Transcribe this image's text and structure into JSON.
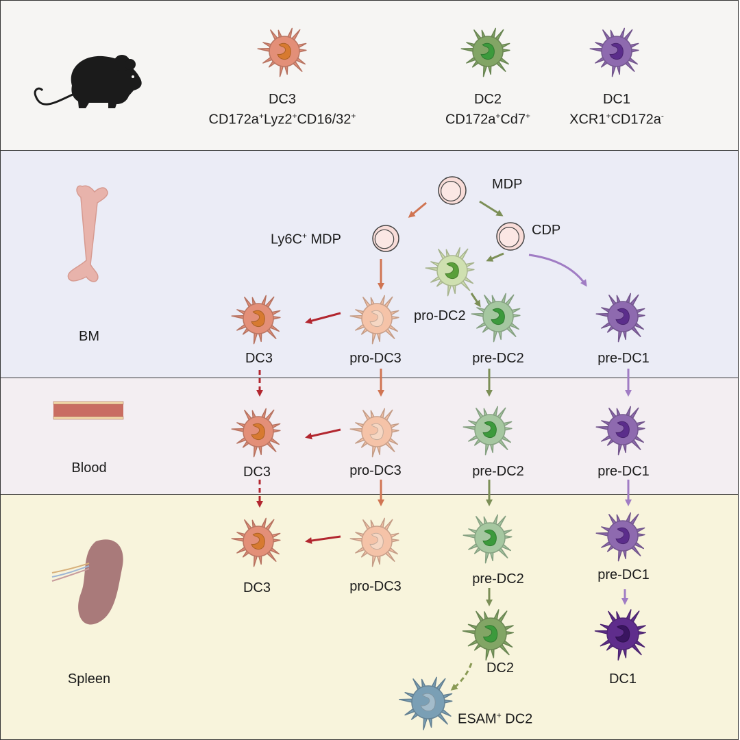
{
  "legend": {
    "dc3": {
      "name": "DC3",
      "marker_main": "CD172a",
      "marker_parts": [
        "+",
        "Lyz2",
        "+",
        "CD16/32",
        "+"
      ]
    },
    "dc2": {
      "name": "DC2",
      "marker_main": "CD172a",
      "marker_parts": [
        "+",
        "Cd7",
        "+"
      ]
    },
    "dc1": {
      "name": "DC1",
      "marker_main": "XCR1",
      "marker_parts": [
        "+",
        "CD172a",
        "-"
      ]
    }
  },
  "tissues": {
    "bm": "BM",
    "blood": "Blood",
    "spleen": "Spleen"
  },
  "progenitors": {
    "mdp": "MDP",
    "ly6c_mdp_main": "Ly6C",
    "ly6c_mdp_sup": "+",
    "ly6c_mdp_rest": " MDP",
    "cdp": "CDP",
    "pro_dc2": "pro-DC2"
  },
  "cells": {
    "bm_dc3": "DC3",
    "bm_pro_dc3": "pro-DC3",
    "bm_pre_dc2": "pre-DC2",
    "bm_pre_dc1": "pre-DC1",
    "blood_dc3": "DC3",
    "blood_pro_dc3": "pro-DC3",
    "blood_pre_dc2": "pre-DC2",
    "blood_pre_dc1": "pre-DC1",
    "spleen_dc3": "DC3",
    "spleen_pro_dc3": "pro-DC3",
    "spleen_pre_dc2": "pre-DC2",
    "spleen_pre_dc1": "pre-DC1",
    "spleen_dc2": "DC2",
    "spleen_dc1": "DC1",
    "esam_main": "ESAM",
    "esam_sup": "+",
    "esam_rest": " DC2"
  },
  "colors": {
    "dc3": "#e38f78",
    "pro_dc3": "#f5c3a8",
    "dc2": "#82a565",
    "pre_dc2": "#a5c7a0",
    "pro_dc2": "#cfe0b0",
    "dc1": "#8e6aaf",
    "pre_dc1": "#8e6aaf",
    "dc1_dark": "#5f2d8c",
    "esam": "#7a9fb5",
    "arrow_red": "#b2262f",
    "arrow_orange": "#d07452",
    "arrow_green": "#7c8f57",
    "arrow_purple": "#a07cc4"
  }
}
